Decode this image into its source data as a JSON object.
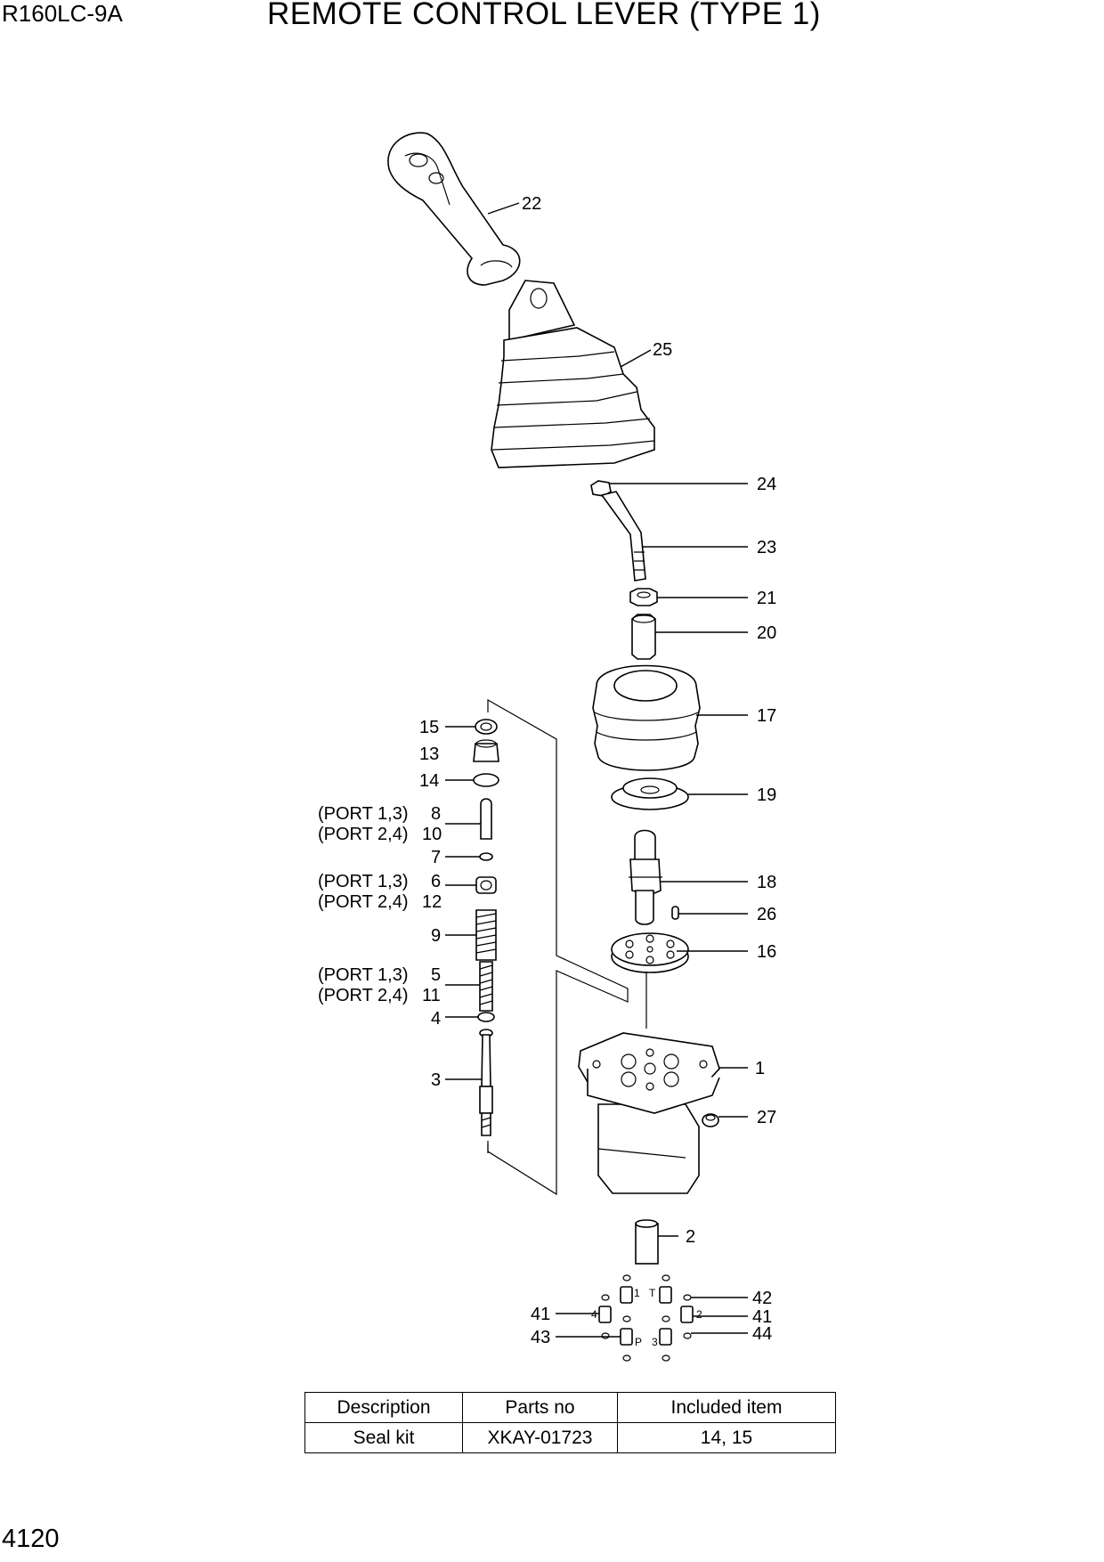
{
  "header": {
    "model": "R160LC-9A",
    "title": "REMOTE CONTROL LEVER (TYPE 1)"
  },
  "footer": {
    "page_number": "4120"
  },
  "callouts": {
    "c22": "22",
    "c25": "25",
    "c24": "24",
    "c23": "23",
    "c21": "21",
    "c20": "20",
    "c17": "17",
    "c19": "19",
    "c18": "18",
    "c26": "26",
    "c16": "16",
    "c1": "1",
    "c27": "27",
    "c2": "2",
    "c42": "42",
    "c41r": "41",
    "c44": "44",
    "c41l": "41",
    "c43": "43",
    "c15": "15",
    "c13": "13",
    "c14": "14",
    "c8": "8",
    "c10": "10",
    "c7": "7",
    "c6": "6",
    "c12": "12",
    "c9": "9",
    "c5": "5",
    "c11": "11",
    "c4": "4",
    "c3": "3"
  },
  "port_labels": {
    "port13": "(PORT 1,3)",
    "port24": "(PORT 2,4)"
  },
  "port_marks": {
    "p1": "1",
    "pT": "T",
    "p4": "4",
    "p2": "2",
    "pP": "P",
    "p3": "3"
  },
  "table": {
    "headers": [
      "Description",
      "Parts no",
      "Included item"
    ],
    "rows": [
      [
        "Seal kit",
        "XKAY-01723",
        "14, 15"
      ]
    ]
  }
}
